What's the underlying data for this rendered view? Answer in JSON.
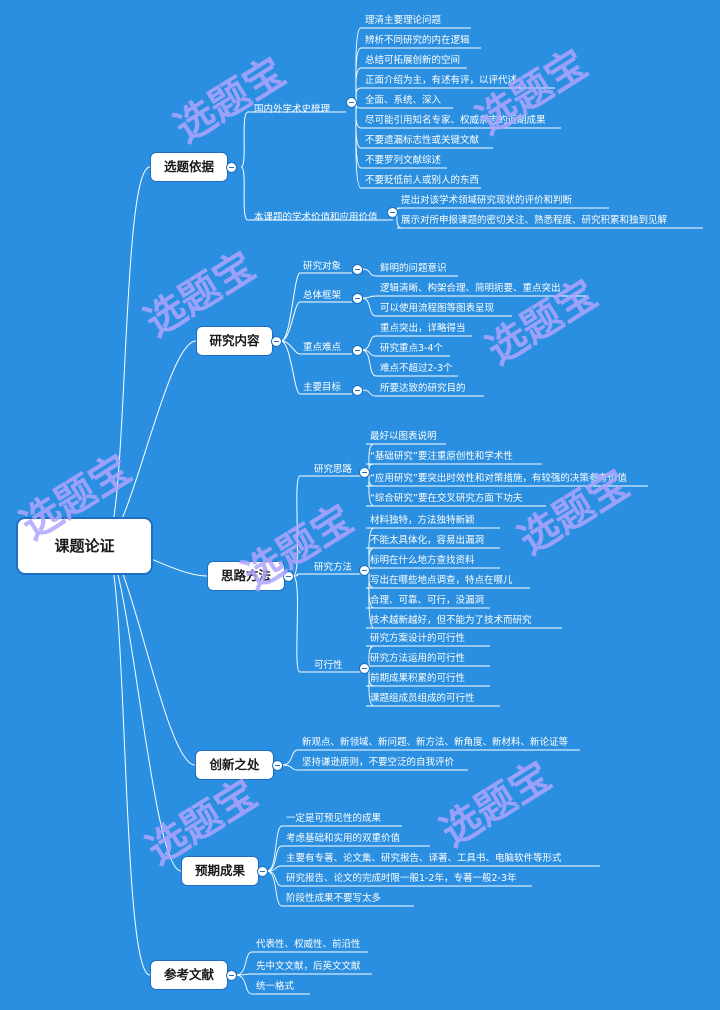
{
  "root": "课题论证",
  "branches": [
    {
      "label": "选题依据",
      "subs": [
        {
          "label": "国内外学术史梳理",
          "items": [
            "理清主要理论问题",
            "辨析不同研究的内在逻辑",
            "总结可拓展创新的空间",
            "正面介绍为主，有述有评，以评代述",
            "全面、系统、深入",
            "尽可能引用知名专家、权威杂志的近期成果",
            "不要遗漏标志性或关键文献",
            "不要罗列文献综述",
            "不要贬低前人或别人的东西"
          ]
        },
        {
          "label": "本课题的学术价值和应用价值",
          "items": [
            "提出对该学术领域研究现状的评价和判断",
            "展示对所申报课题的密切关注、熟悉程度、研究积累和独到见解"
          ]
        }
      ]
    },
    {
      "label": "研究内容",
      "subs": [
        {
          "label": "研究对象",
          "items": [
            "鲜明的问题意识"
          ]
        },
        {
          "label": "总体框架",
          "items": [
            "逻辑清晰、构架合理、简明扼要、重点突出",
            "可以使用流程图等图表呈现"
          ]
        },
        {
          "label": "重点难点",
          "items": [
            "重点突出，详略得当",
            "研究重点3-4个",
            "难点不超过2-3个"
          ]
        },
        {
          "label": "主要目标",
          "items": [
            "所要达致的研究目的"
          ]
        }
      ]
    },
    {
      "label": "思路方法",
      "subs": [
        {
          "label": "研究思路",
          "items": [
            "最好以图表说明",
            "“基础研究”要注重原创性和学术性",
            "“应用研究”要突出时效性和对策措施，有较强的决策参考价值",
            "“综合研究”要在交叉研究方面下功夫"
          ]
        },
        {
          "label": "研究方法",
          "items": [
            "材料独特，方法独特新颖",
            "不能太具体化，容易出漏洞",
            "标明在什么地方查找资料",
            "写出在哪些地点调查，特点在哪儿",
            "合理、可靠、可行，没漏洞",
            "技术越新越好，但不能为了技术而研究"
          ]
        },
        {
          "label": "可行性",
          "items": [
            "研究方案设计的可行性",
            "研究方法运用的可行性",
            "前期成果积累的可行性",
            "课题组成员组成的可行性"
          ]
        }
      ]
    },
    {
      "label": "创新之处",
      "items": [
        "新观点、新领域、新问题、新方法、新角度、新材料、新论证等",
        "坚持谦逊原则，不要空泛的自我评价"
      ]
    },
    {
      "label": "预期成果",
      "items": [
        "一定是可预见性的成果",
        "考虑基础和实用的双重价值",
        "主要有专著、论文集、研究报告、译著、工具书、电脑软件等形式",
        "研究报告、论文的完成时限一般1-2年，专著一般2-3年",
        "阶段性成果不要写太多"
      ]
    },
    {
      "label": "参考文献",
      "items": [
        "代表性、权威性、前沿性",
        "先中文文献，后英文文献",
        "统一格式"
      ]
    }
  ],
  "watermark": "选题宝",
  "colors": {
    "background": "#2a8fe0",
    "line": "#ffffff",
    "box": "#ffffff",
    "box_border": "#1e6fc0",
    "watermark": "#afa5ff"
  }
}
